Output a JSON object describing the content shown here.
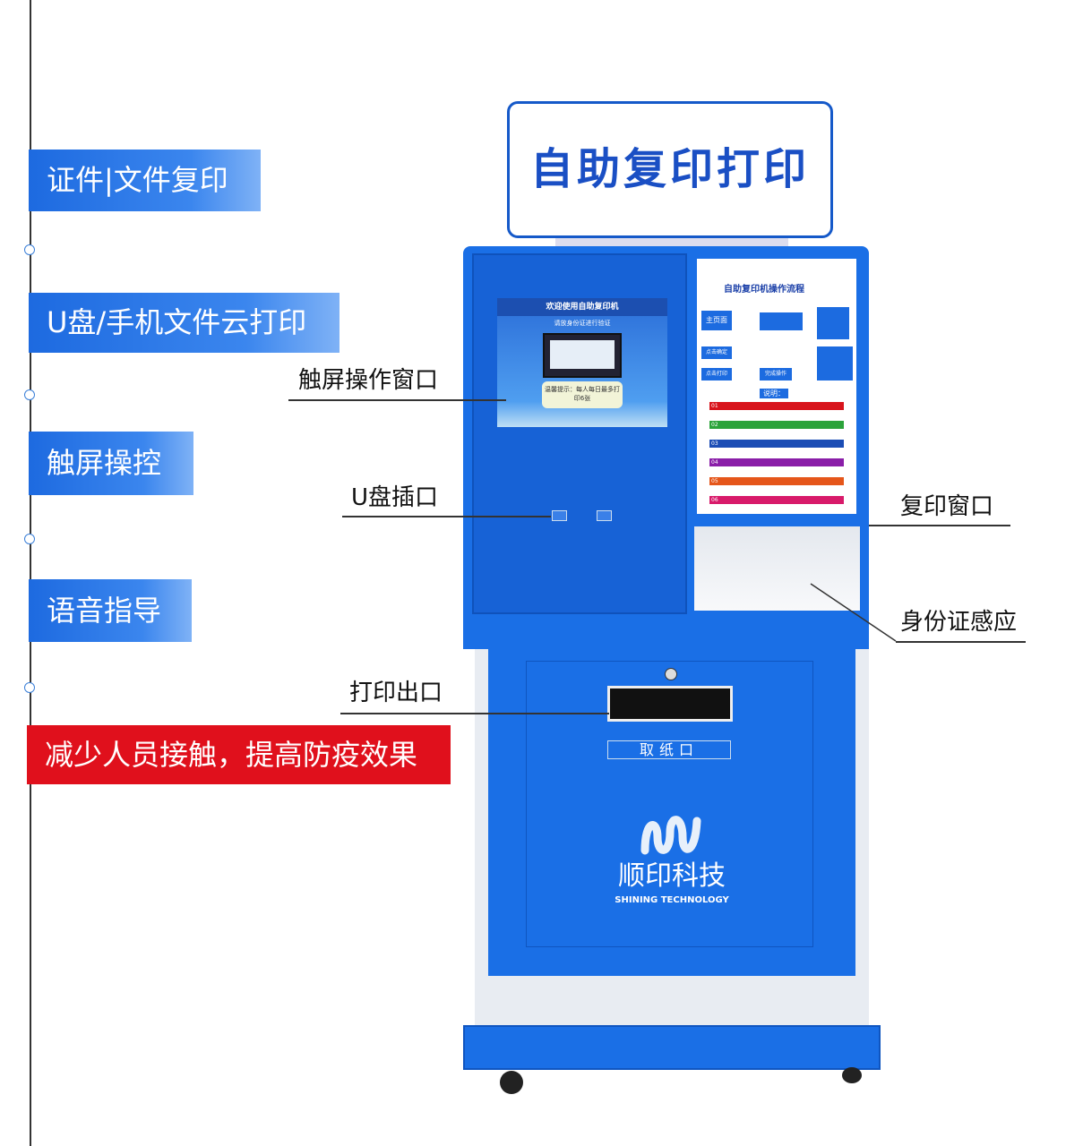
{
  "features": [
    "证件|文件复印",
    "U盘/手机文件云打印",
    "触屏操控",
    "语音指导"
  ],
  "banner": "减少人员接触，提高防疫效果",
  "callouts": {
    "touch_window": "触屏操作窗口",
    "usb_port": "U盘插口",
    "copy_window": "复印窗口",
    "id_sensor": "身份证感应",
    "print_exit": "打印出口"
  },
  "kiosk": {
    "sign": "自助复印打印",
    "screen": {
      "title": "欢迎使用自助复印机",
      "subtitle": "请放身份证进行验证",
      "tip": "温馨提示：每人每日最多打印6张"
    },
    "card": {
      "title": "自助复印机操作流程",
      "flow": [
        "主页面",
        "点击确定",
        "点击打印",
        "完成操作"
      ],
      "notes_label": "说明：",
      "steps": [
        "01",
        "02",
        "03",
        "04",
        "05",
        "06"
      ]
    },
    "paper_label": "取纸口",
    "brand": "顺印科技",
    "brand_en": "SHINING TECHNOLOGY"
  },
  "colors": {
    "accent": "#1a6fe6",
    "banner": "#e0101c"
  }
}
